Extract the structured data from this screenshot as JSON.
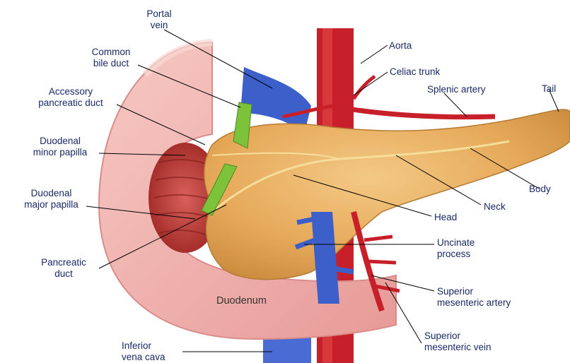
{
  "labels": {
    "portal_vein": "Portal\nvein",
    "common_bile_duct": "Common\nbile duct",
    "accessory_pancreatic_duct": "Accessory\npancreatic duct",
    "duodenal_minor_papilla": "Duodenal\nminor papilla",
    "duodenal_major_papilla": "Duodenal\nmajor papilla",
    "pancreatic_duct": "Pancreatic\nduct",
    "inferior_vena_cava": "Inferior\nvena cava",
    "aorta": "Aorta",
    "celiac_trunk": "Celiac trunk",
    "splenic_artery": "Splenic artery",
    "tail": "Tail",
    "body": "Body",
    "neck": "Neck",
    "head": "Head",
    "uncinate_process": "Uncinate\nprocess",
    "superior_mesenteric_artery": "Superior\nmesenteric artery",
    "superior_mesenteric_vein": "Superior\nmesenteric vein",
    "duodenum": "Duodenum"
  },
  "colors": {
    "pancreas": "#e8b064",
    "duodenum": "#f2b8b4",
    "vein": "#3d5fc9",
    "artery": "#c8202a",
    "bile_duct": "#7cc23a"
  }
}
